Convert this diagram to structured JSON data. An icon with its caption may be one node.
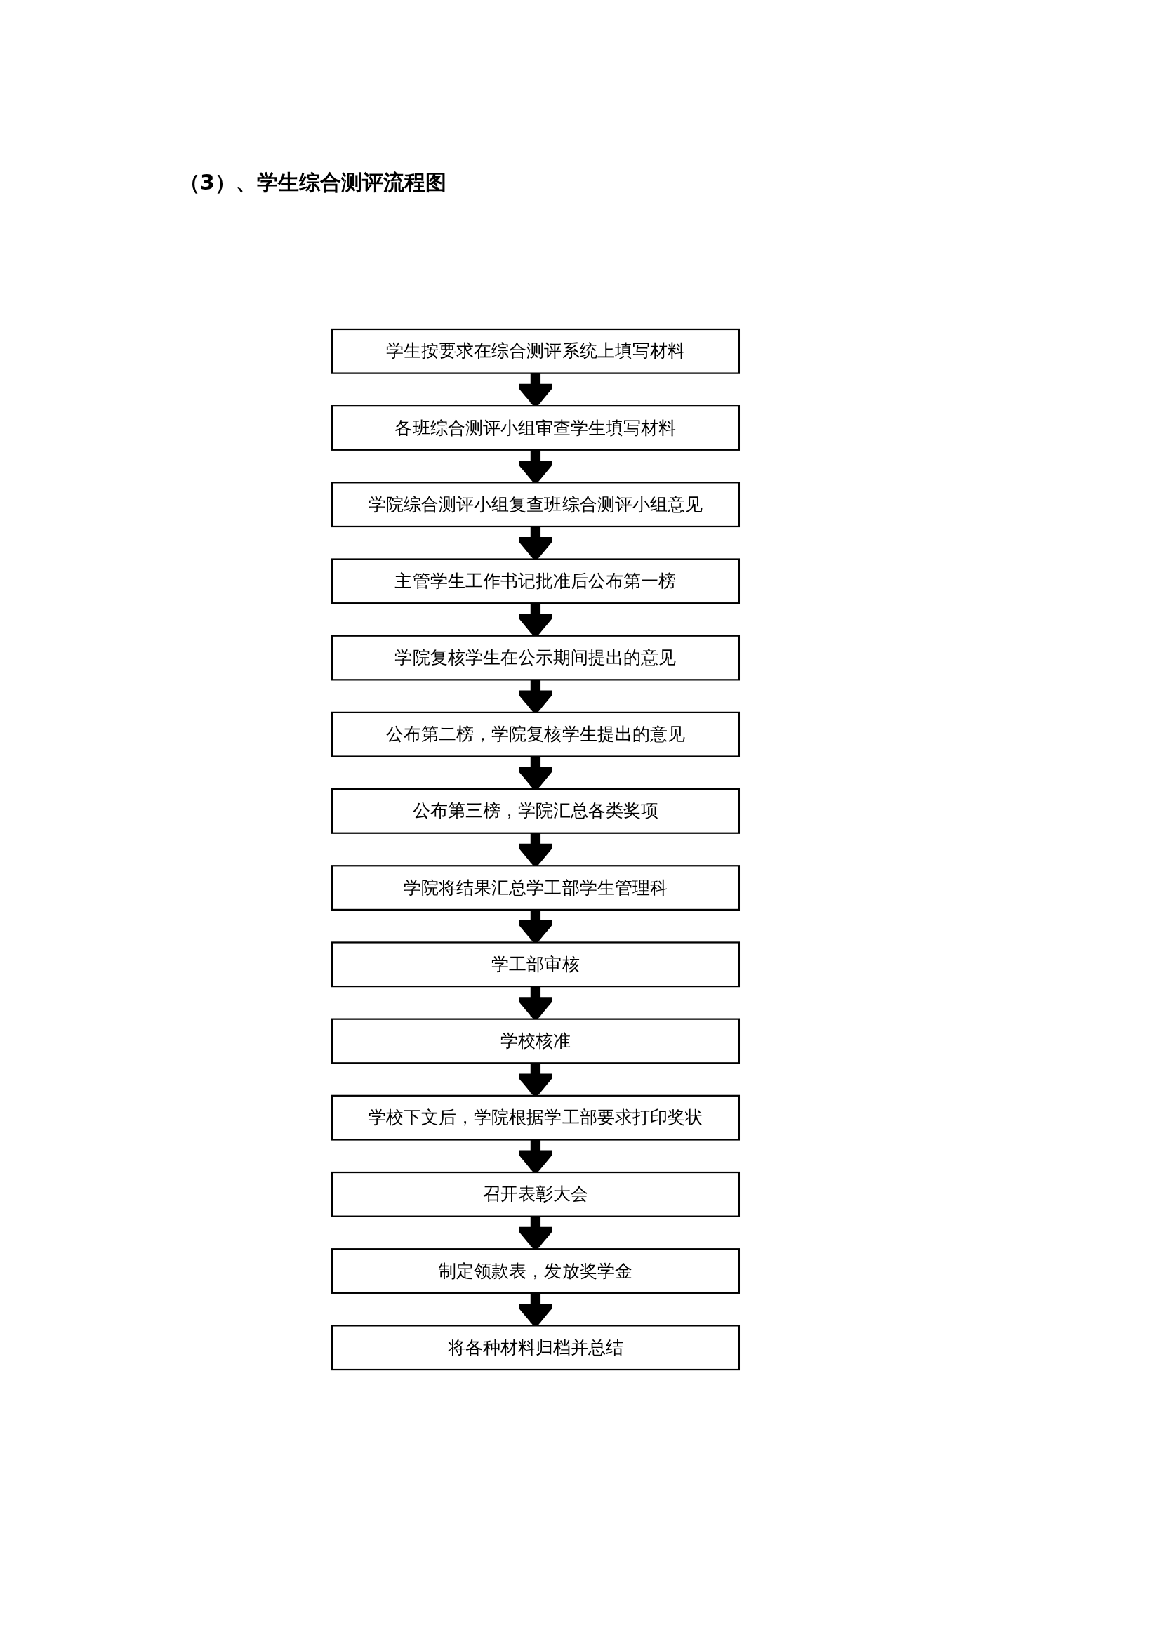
{
  "diagram": {
    "title": "（3）、学生综合测评流程图",
    "nodes": [
      {
        "text": [
          "学生按要求在综合测评系统上填写材料"
        ]
      },
      {
        "text": [
          "各班综合测评小组审查学生填写材料"
        ]
      },
      {
        "text": [
          "学院综合测评小组复查班综合测评小组意见"
        ]
      },
      {
        "text": [
          "主管学生工作书记批准后公布第一榜"
        ]
      },
      {
        "text": [
          "学院复核学生在公示期间提出的意见"
        ]
      },
      {
        "text": [
          "公布第二榜，学院复核学生提出的意见"
        ]
      },
      {
        "text": [
          "公布第三榜，学院汇总各类奖项"
        ]
      },
      {
        "text": [
          "学院将结果汇总学工部学生管理科"
        ]
      },
      {
        "text": [
          "学工部审核"
        ]
      },
      {
        "text": [
          "学校核准"
        ]
      },
      {
        "text": [
          "学校下文后，学院根据学工部要求打印奖状"
        ]
      },
      {
        "text": [
          "召开表彰大会"
        ]
      },
      {
        "text": [
          "制定领款表，发放奖学金"
        ]
      },
      {
        "text": [
          "将各种材料归档并总结"
        ]
      }
    ],
    "edges": [
      {
        "from": 0,
        "to": 1,
        "arrow": "to"
      },
      {
        "from": 1,
        "to": 2,
        "arrow": "to"
      },
      {
        "from": 2,
        "to": 3,
        "arrow": "to"
      },
      {
        "from": 3,
        "to": 4,
        "arrow": "to"
      },
      {
        "from": 4,
        "to": 5,
        "arrow": "to"
      },
      {
        "from": 5,
        "to": 6,
        "arrow": "to"
      },
      {
        "from": 6,
        "to": 7,
        "arrow": "to"
      },
      {
        "from": 7,
        "to": 8,
        "arrow": "to"
      },
      {
        "from": 8,
        "to": 9,
        "arrow": "to"
      },
      {
        "from": 9,
        "to": 10,
        "arrow": "to"
      },
      {
        "from": 10,
        "to": 11,
        "arrow": "to"
      },
      {
        "from": 11,
        "to": 12,
        "arrow": "to"
      },
      {
        "from": 12,
        "to": 13,
        "arrow": "to"
      }
    ]
  }
}
